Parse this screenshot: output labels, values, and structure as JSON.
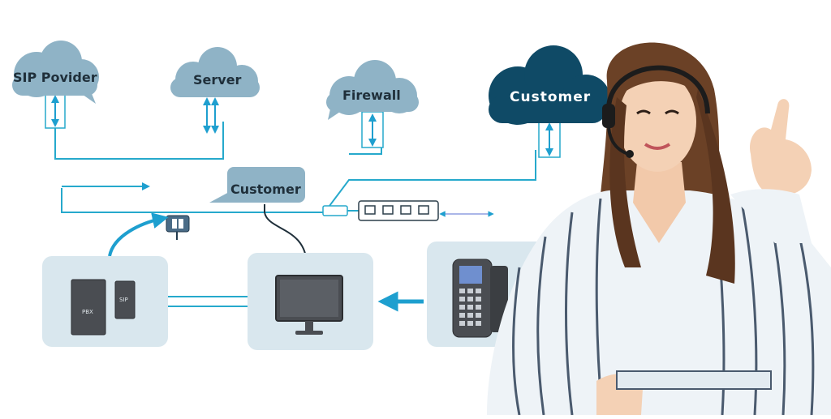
{
  "diagram": {
    "nodes": {
      "sip_provider": {
        "label": "SIP Povider"
      },
      "server": {
        "label": "Server"
      },
      "firewall": {
        "label": "Firewall"
      },
      "customer_cloud": {
        "label": "Customer"
      },
      "customer_tag": {
        "label": "Customer"
      },
      "pbx": {
        "label": "PBX"
      },
      "sip_box": {
        "label": "SIP"
      }
    },
    "colors": {
      "cloud_light": "#8fb3c6",
      "cloud_dark": "#0f4a66",
      "line": "#26a9cc",
      "arrow": "#1e9fcf",
      "panel": "#d9e7ee",
      "device_dark": "#4a4d52",
      "screen_blue": "#6f8fcf"
    },
    "icons": [
      "double-arrow-icon",
      "monitor-icon",
      "phone-icon",
      "ethernet-switch-icon",
      "connector-icon",
      "headset-icon"
    ]
  },
  "person": {
    "description_icon": "call-center-agent-with-headset"
  }
}
